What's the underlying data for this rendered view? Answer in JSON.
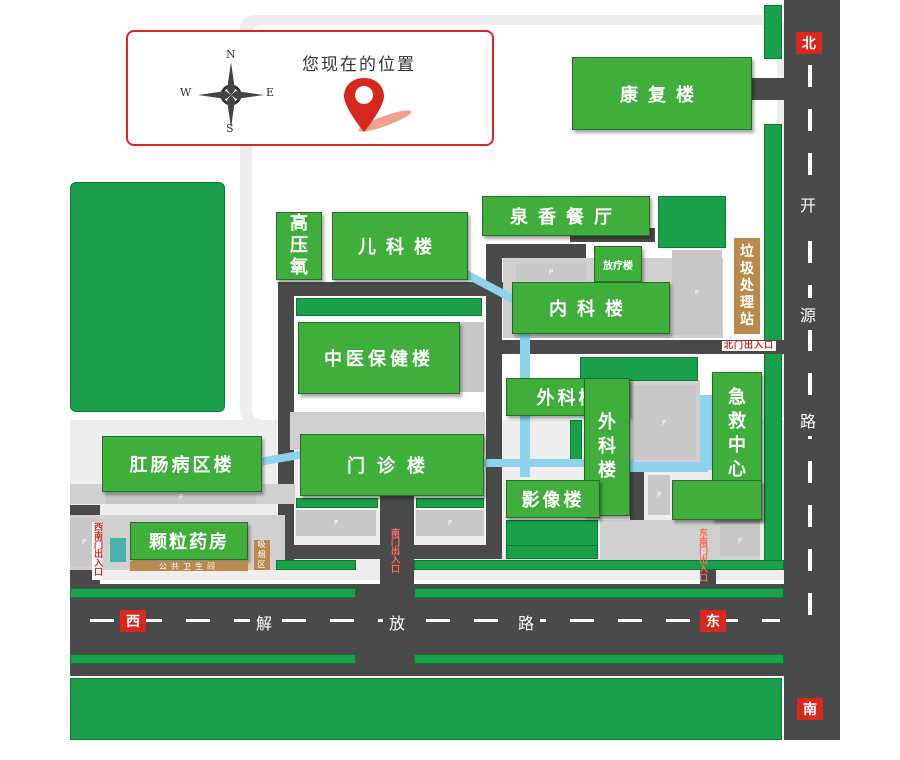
{
  "legend": {
    "title": "您现在的位置",
    "north": "N",
    "south": "S",
    "east": "E",
    "west": "W"
  },
  "directions": {
    "north": "北",
    "south": "南",
    "east": "东",
    "west": "西"
  },
  "roads": {
    "horizontal": [
      "西",
      "解",
      "放",
      "路",
      "东"
    ],
    "vertical": [
      "开",
      "源",
      "路"
    ]
  },
  "buildings": {
    "kangfu": "康复楼",
    "quanxiang": "泉香餐厅",
    "gaoya": "高压氧",
    "erke": "儿科楼",
    "fangliao": "放疗楼",
    "neike": "内科楼",
    "laji": "垃圾处理站",
    "zhongyi": "中医保健楼",
    "waike1": "外科楼",
    "waike2": "外科楼",
    "jijiu": "急救中心楼",
    "gangchang": "肛肠病区楼",
    "menzhen": "门诊楼",
    "yingxiang": "影像楼",
    "keli": "颗粒药房",
    "gongce": "公共卫生间",
    "xiyan": "吸烟区"
  },
  "gates": {
    "west": "西南门出入口",
    "south": "南门出入口",
    "east": "东南门出入口",
    "north_side": "北门出入口"
  },
  "parking": "P",
  "colors": {
    "building": "#3fae3a",
    "road": "#4a4a4a",
    "accent": "#d8281e",
    "path": "#8dd3ee"
  }
}
